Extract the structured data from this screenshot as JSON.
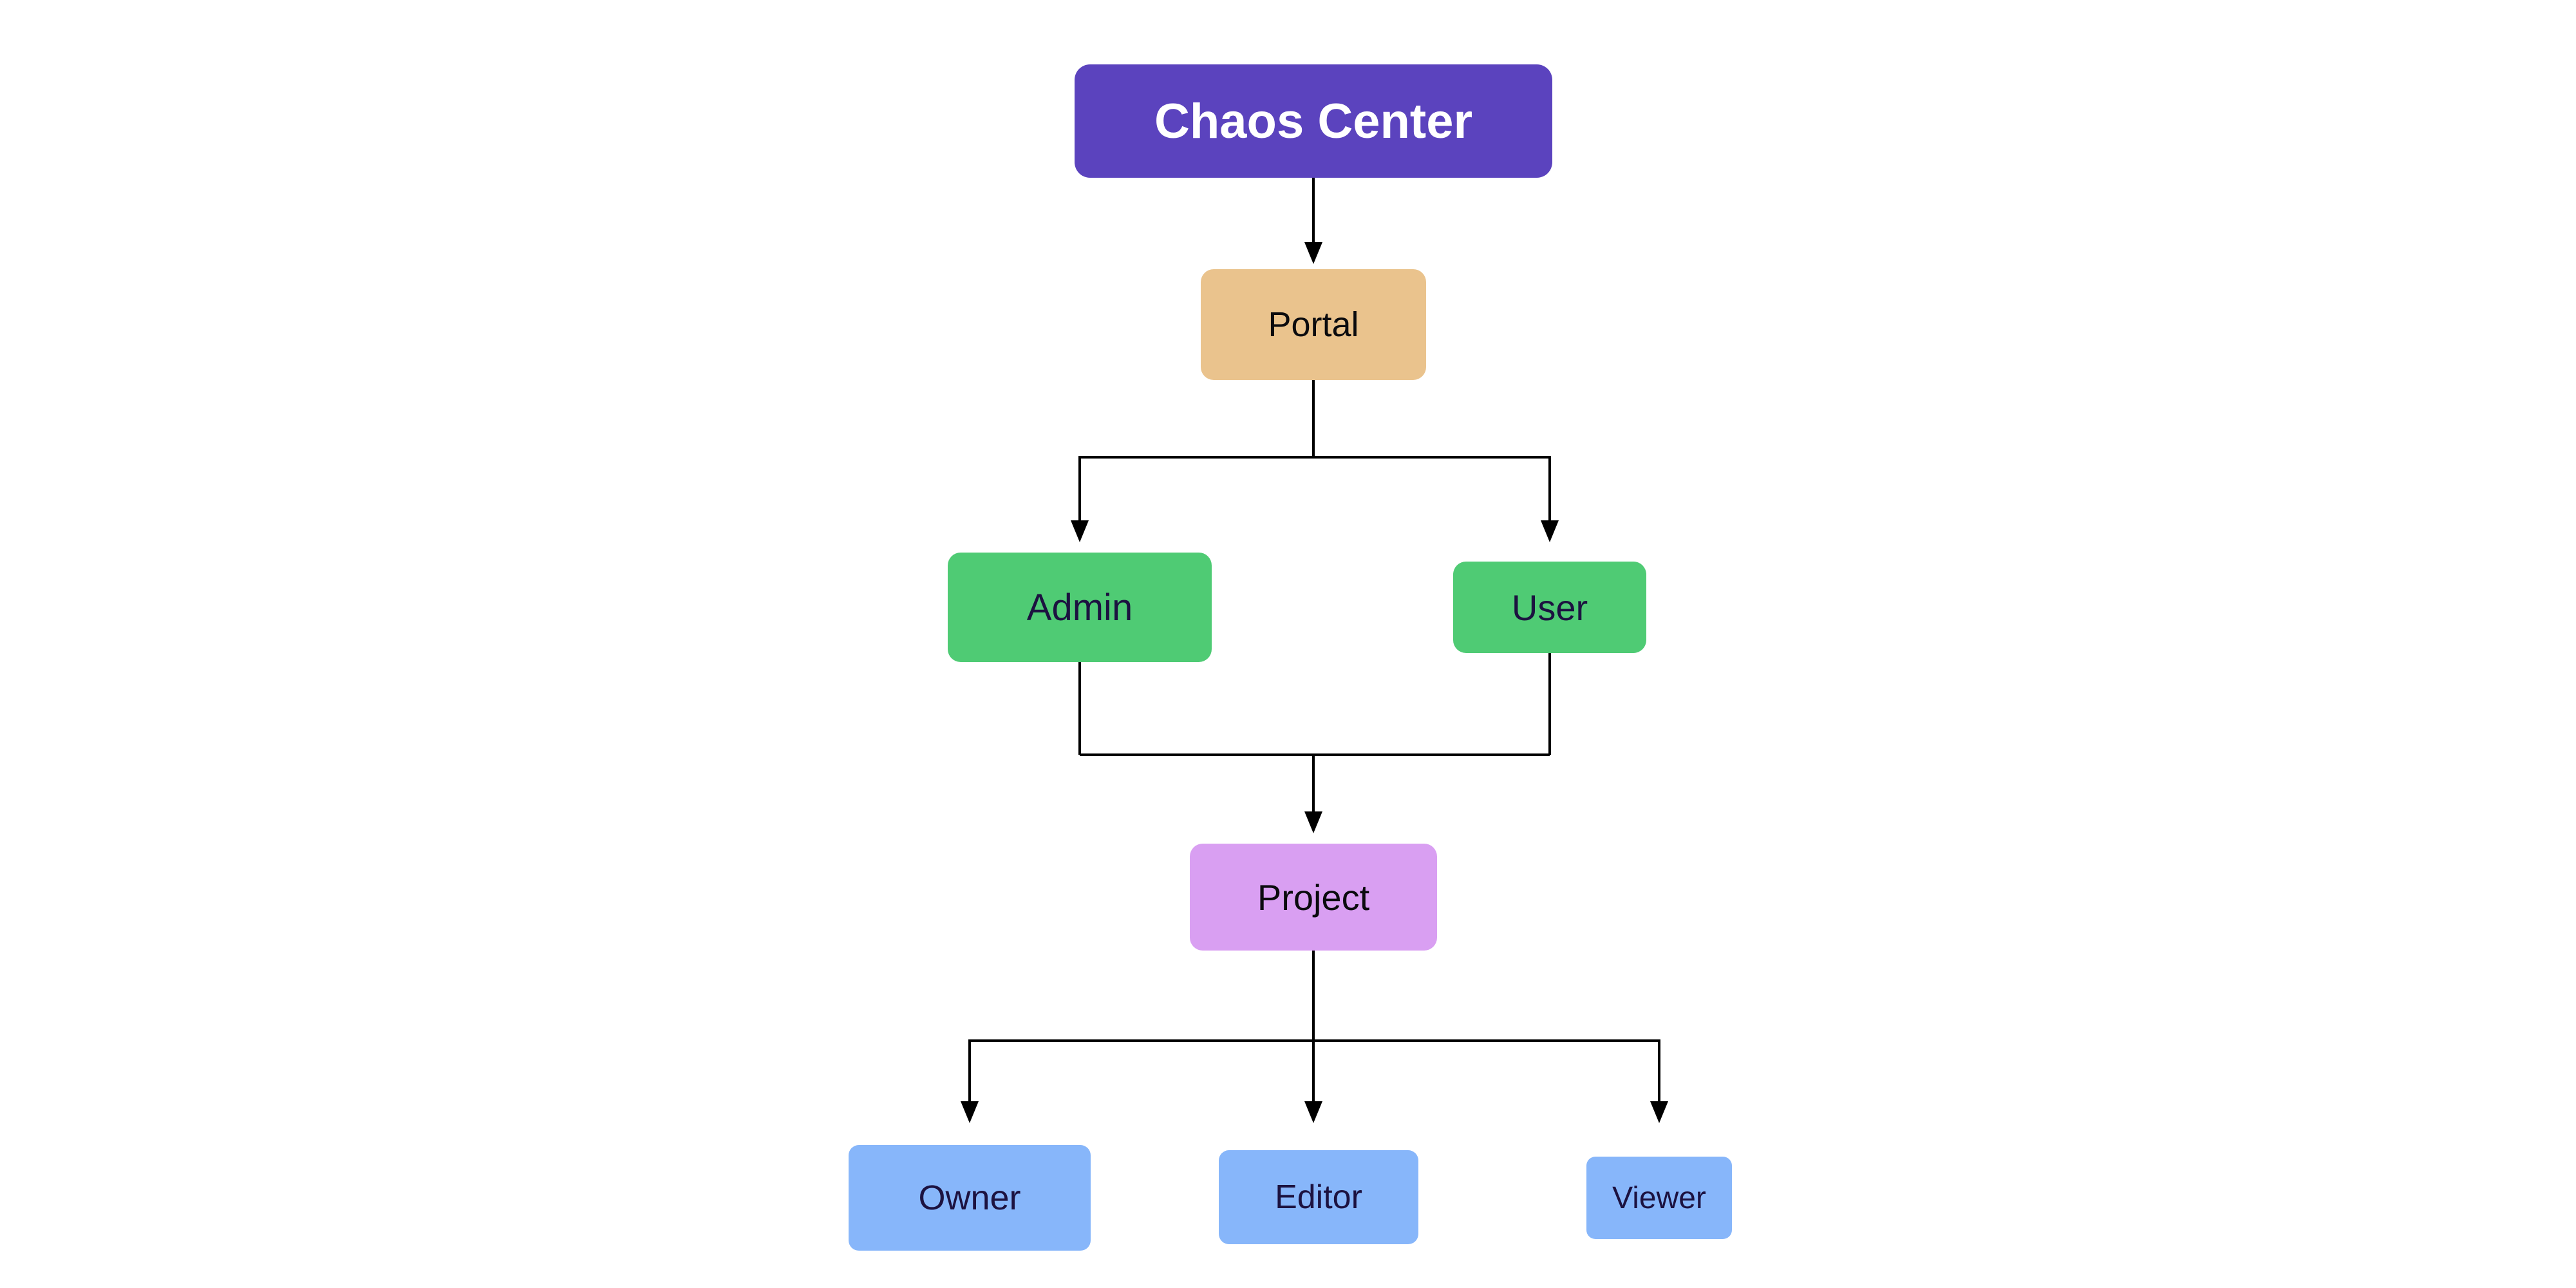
{
  "colors": {
    "background": "#FFFFFF",
    "connector": "#000000",
    "node_purple": "#5B43BE",
    "node_tan": "#EAC38D",
    "node_green": "#4FCB74",
    "node_orchid": "#D99FF2",
    "node_blue": "#87B6FA",
    "text_white": "#FFFFFF",
    "text_black": "#0B0B0E",
    "text_dark_navy": "#1C1240"
  },
  "diagram": {
    "type": "flowchart",
    "direction": "top-down",
    "nodes": [
      {
        "id": "chaos-center",
        "label": "Chaos Center",
        "level": 1,
        "fill": "#5B43BE",
        "text_color": "#FFFFFF"
      },
      {
        "id": "portal",
        "label": "Portal",
        "level": 2,
        "fill": "#EAC38D",
        "text_color": "#0B0B0E"
      },
      {
        "id": "admin",
        "label": "Admin",
        "level": 3,
        "fill": "#4FCB74",
        "text_color": "#1C1240"
      },
      {
        "id": "user",
        "label": "User",
        "level": 3,
        "fill": "#4FCB74",
        "text_color": "#1C1240"
      },
      {
        "id": "project",
        "label": "Project",
        "level": 4,
        "fill": "#D99FF2",
        "text_color": "#0B0B0E"
      },
      {
        "id": "owner",
        "label": "Owner",
        "level": 5,
        "fill": "#87B6FA",
        "text_color": "#1C1240"
      },
      {
        "id": "editor",
        "label": "Editor",
        "level": 5,
        "fill": "#87B6FA",
        "text_color": "#1C1240"
      },
      {
        "id": "viewer",
        "label": "Viewer",
        "level": 5,
        "fill": "#87B6FA",
        "text_color": "#1C1240"
      }
    ],
    "edges": [
      {
        "from": "chaos-center",
        "to": "portal",
        "arrow": true
      },
      {
        "from": "portal",
        "to": "admin",
        "arrow": true
      },
      {
        "from": "portal",
        "to": "user",
        "arrow": true
      },
      {
        "from": "admin",
        "to": "project",
        "arrow": true
      },
      {
        "from": "user",
        "to": "project",
        "arrow": true
      },
      {
        "from": "project",
        "to": "owner",
        "arrow": true
      },
      {
        "from": "project",
        "to": "editor",
        "arrow": true
      },
      {
        "from": "project",
        "to": "viewer",
        "arrow": true
      }
    ]
  }
}
